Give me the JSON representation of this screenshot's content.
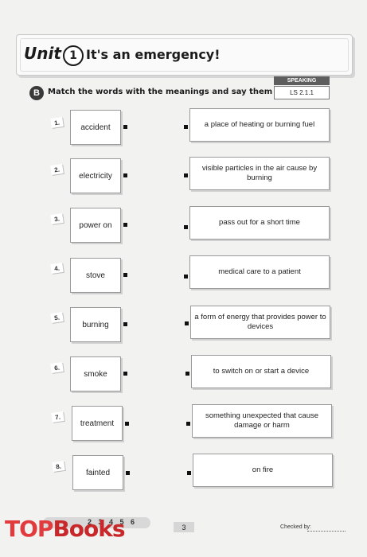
{
  "header": {
    "unit_word": "Unit",
    "unit_number": "1",
    "title": "It's an emergency!"
  },
  "section": {
    "badge": "B",
    "instruction": "Match the words with the meanings and say them aloud.",
    "skill_tag": "SPEAKING",
    "skill_code": "LS 2.1.1"
  },
  "items": [
    {
      "num": "1.",
      "word": "accident",
      "meaning": "a place of heating or burning fuel"
    },
    {
      "num": "2.",
      "word": "electricity",
      "meaning": "visible particles in the air cause by burning"
    },
    {
      "num": "3.",
      "word": "power on",
      "meaning": "pass out for a short time"
    },
    {
      "num": "4.",
      "word": "stove",
      "meaning": "medical care to a patient"
    },
    {
      "num": "5.",
      "word": "burning",
      "meaning": "a form of energy that provides power to devices"
    },
    {
      "num": "6.",
      "word": "smoke",
      "meaning": "to switch on or start a device"
    },
    {
      "num": "7.",
      "word": "treatment",
      "meaning": "something unexpected that cause damage or harm"
    },
    {
      "num": "8.",
      "word": "fainted",
      "meaning": "on fire"
    }
  ],
  "footer": {
    "progress_numbers": "2 3 4 5 6",
    "logo_top": "TOP",
    "logo_books": "Books",
    "page_number": "3",
    "checked_by": "Checked by:"
  }
}
